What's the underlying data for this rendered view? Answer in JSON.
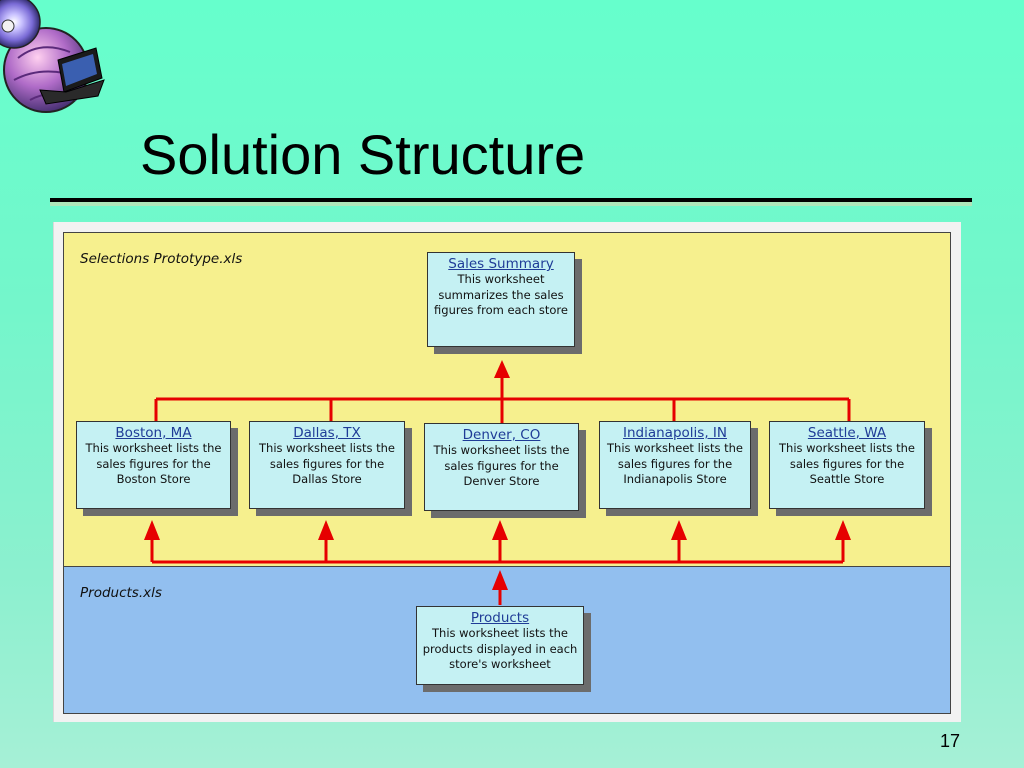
{
  "slide": {
    "title": "Solution Structure",
    "page_number": "17"
  },
  "diagram": {
    "top_zone_label": "Selections Prototype.xls",
    "bottom_zone_label": "Products.xls",
    "summary": {
      "heading": "Sales Summary",
      "text": "This worksheet summarizes the sales figures from each store"
    },
    "stores": [
      {
        "heading": "Boston, MA",
        "text": "This worksheet lists the sales figures for the Boston Store"
      },
      {
        "heading": "Dallas, TX",
        "text": "This worksheet lists the sales figures for the Dallas Store"
      },
      {
        "heading": "Denver, CO",
        "text": "This worksheet lists the sales figures for the Denver Store"
      },
      {
        "heading": "Indianapolis, IN",
        "text": "This worksheet lists the sales figures for the Indianapolis Store"
      },
      {
        "heading": "Seattle, WA",
        "text": "This worksheet lists the sales figures for the Seattle Store"
      }
    ],
    "products": {
      "heading": "Products",
      "text": "This worksheet lists the products displayed in each store's worksheet"
    },
    "colors": {
      "top_zone": "#f6f08e",
      "bottom_zone": "#92bfef",
      "box": "#c5f1f3",
      "arrow": "#e60000",
      "heading_link": "#1f3c97"
    }
  }
}
